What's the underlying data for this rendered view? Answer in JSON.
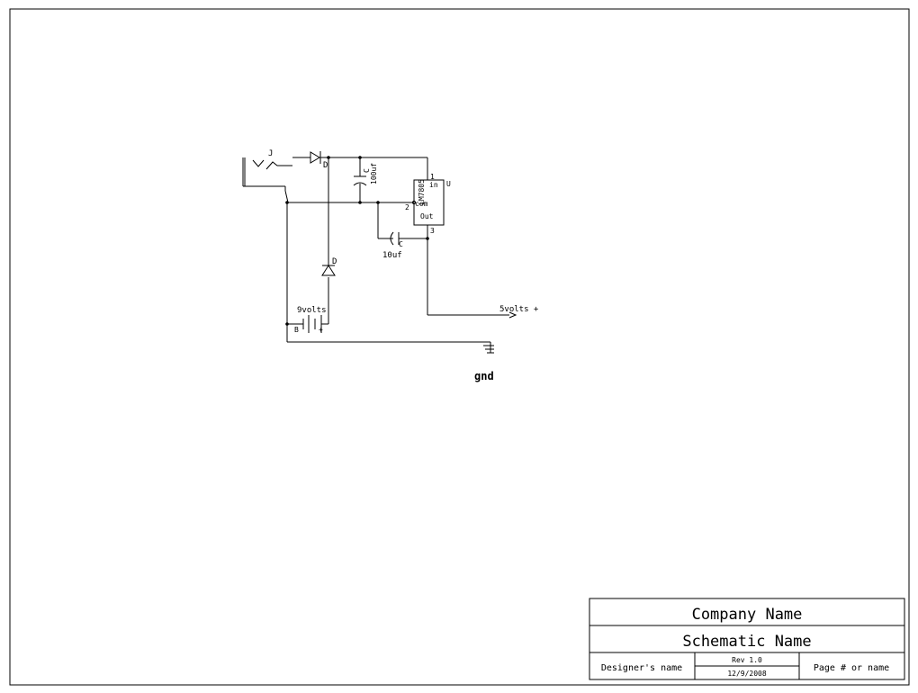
{
  "schematic": {
    "components": {
      "jack": {
        "ref": "J"
      },
      "diode_top": {
        "ref": "D"
      },
      "diode_bottom": {
        "ref": "D"
      },
      "cap_100": {
        "ref": "C",
        "value": "100uf"
      },
      "cap_10": {
        "ref": "C",
        "value": "10uf"
      },
      "regulator": {
        "ref": "U",
        "part": "LM7805",
        "out_label": "Out",
        "com_label": "com",
        "in_label": "in",
        "pin1": "1",
        "pin2": "2",
        "pin3": "3"
      },
      "battery": {
        "ref": "B",
        "value": "9volts",
        "plus": "+"
      }
    },
    "net_labels": {
      "output": "5volts +",
      "ground": "gnd"
    }
  },
  "title_block": {
    "company": "Company Name",
    "schematic_name": "Schematic Name",
    "designer": "Designer's name",
    "rev": "Rev 1.0",
    "date": "12/9/2008",
    "page": "Page # or name"
  }
}
